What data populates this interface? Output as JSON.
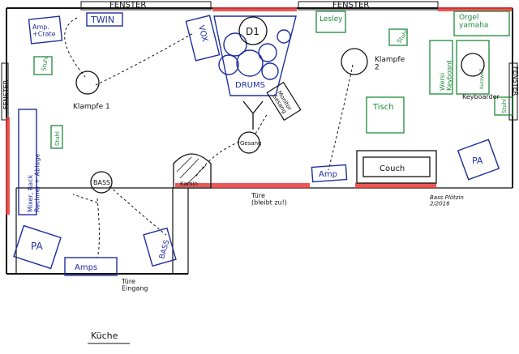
{
  "windows": {
    "top_left": "FENSTER",
    "top_right": "FENSTER",
    "left": "FENSTER",
    "right": "FENSTER"
  },
  "blue_items": {
    "amp_crate": "Amp.\n+Crate",
    "twin": "TWIN",
    "vox": "VOX",
    "drums": "DRUMS",
    "mixer": "Mixer, Rack\nRechner + Ablage",
    "pa_left": "PA",
    "amps": "Amps",
    "bass_box": "BASS",
    "amp_mid": "Amp",
    "pa_right": "PA",
    "monitor": "Monitor\nGesang"
  },
  "green_items": {
    "lesley": "Lesley",
    "orgel": "Orgel\nyamaha",
    "wersi": "Wersi\nKeyboard",
    "tisch": "Tisch",
    "stuhl_1": "Stuhl",
    "stuhl_2": "Stuhl",
    "stuhl_3": "Stuhl",
    "stuhl_4": "Stuhl",
    "kurzweil": "Kurzweil"
  },
  "black_labels": {
    "d1": "D1",
    "klampfe1": "Klampfe 1",
    "klampfe2": "Klampfe\n2",
    "keyboarder": "Keyboarder",
    "gesang": "Gesang",
    "bass": "BASS",
    "couch": "Couch",
    "kamin": "Kamin",
    "tuere_bleibt": "Türe\n(bleibt zu!)",
    "tuere_eingang": "Türe\nEingang",
    "kueche": "Küche",
    "signature": "Bass Plötzin\n2/2016"
  }
}
